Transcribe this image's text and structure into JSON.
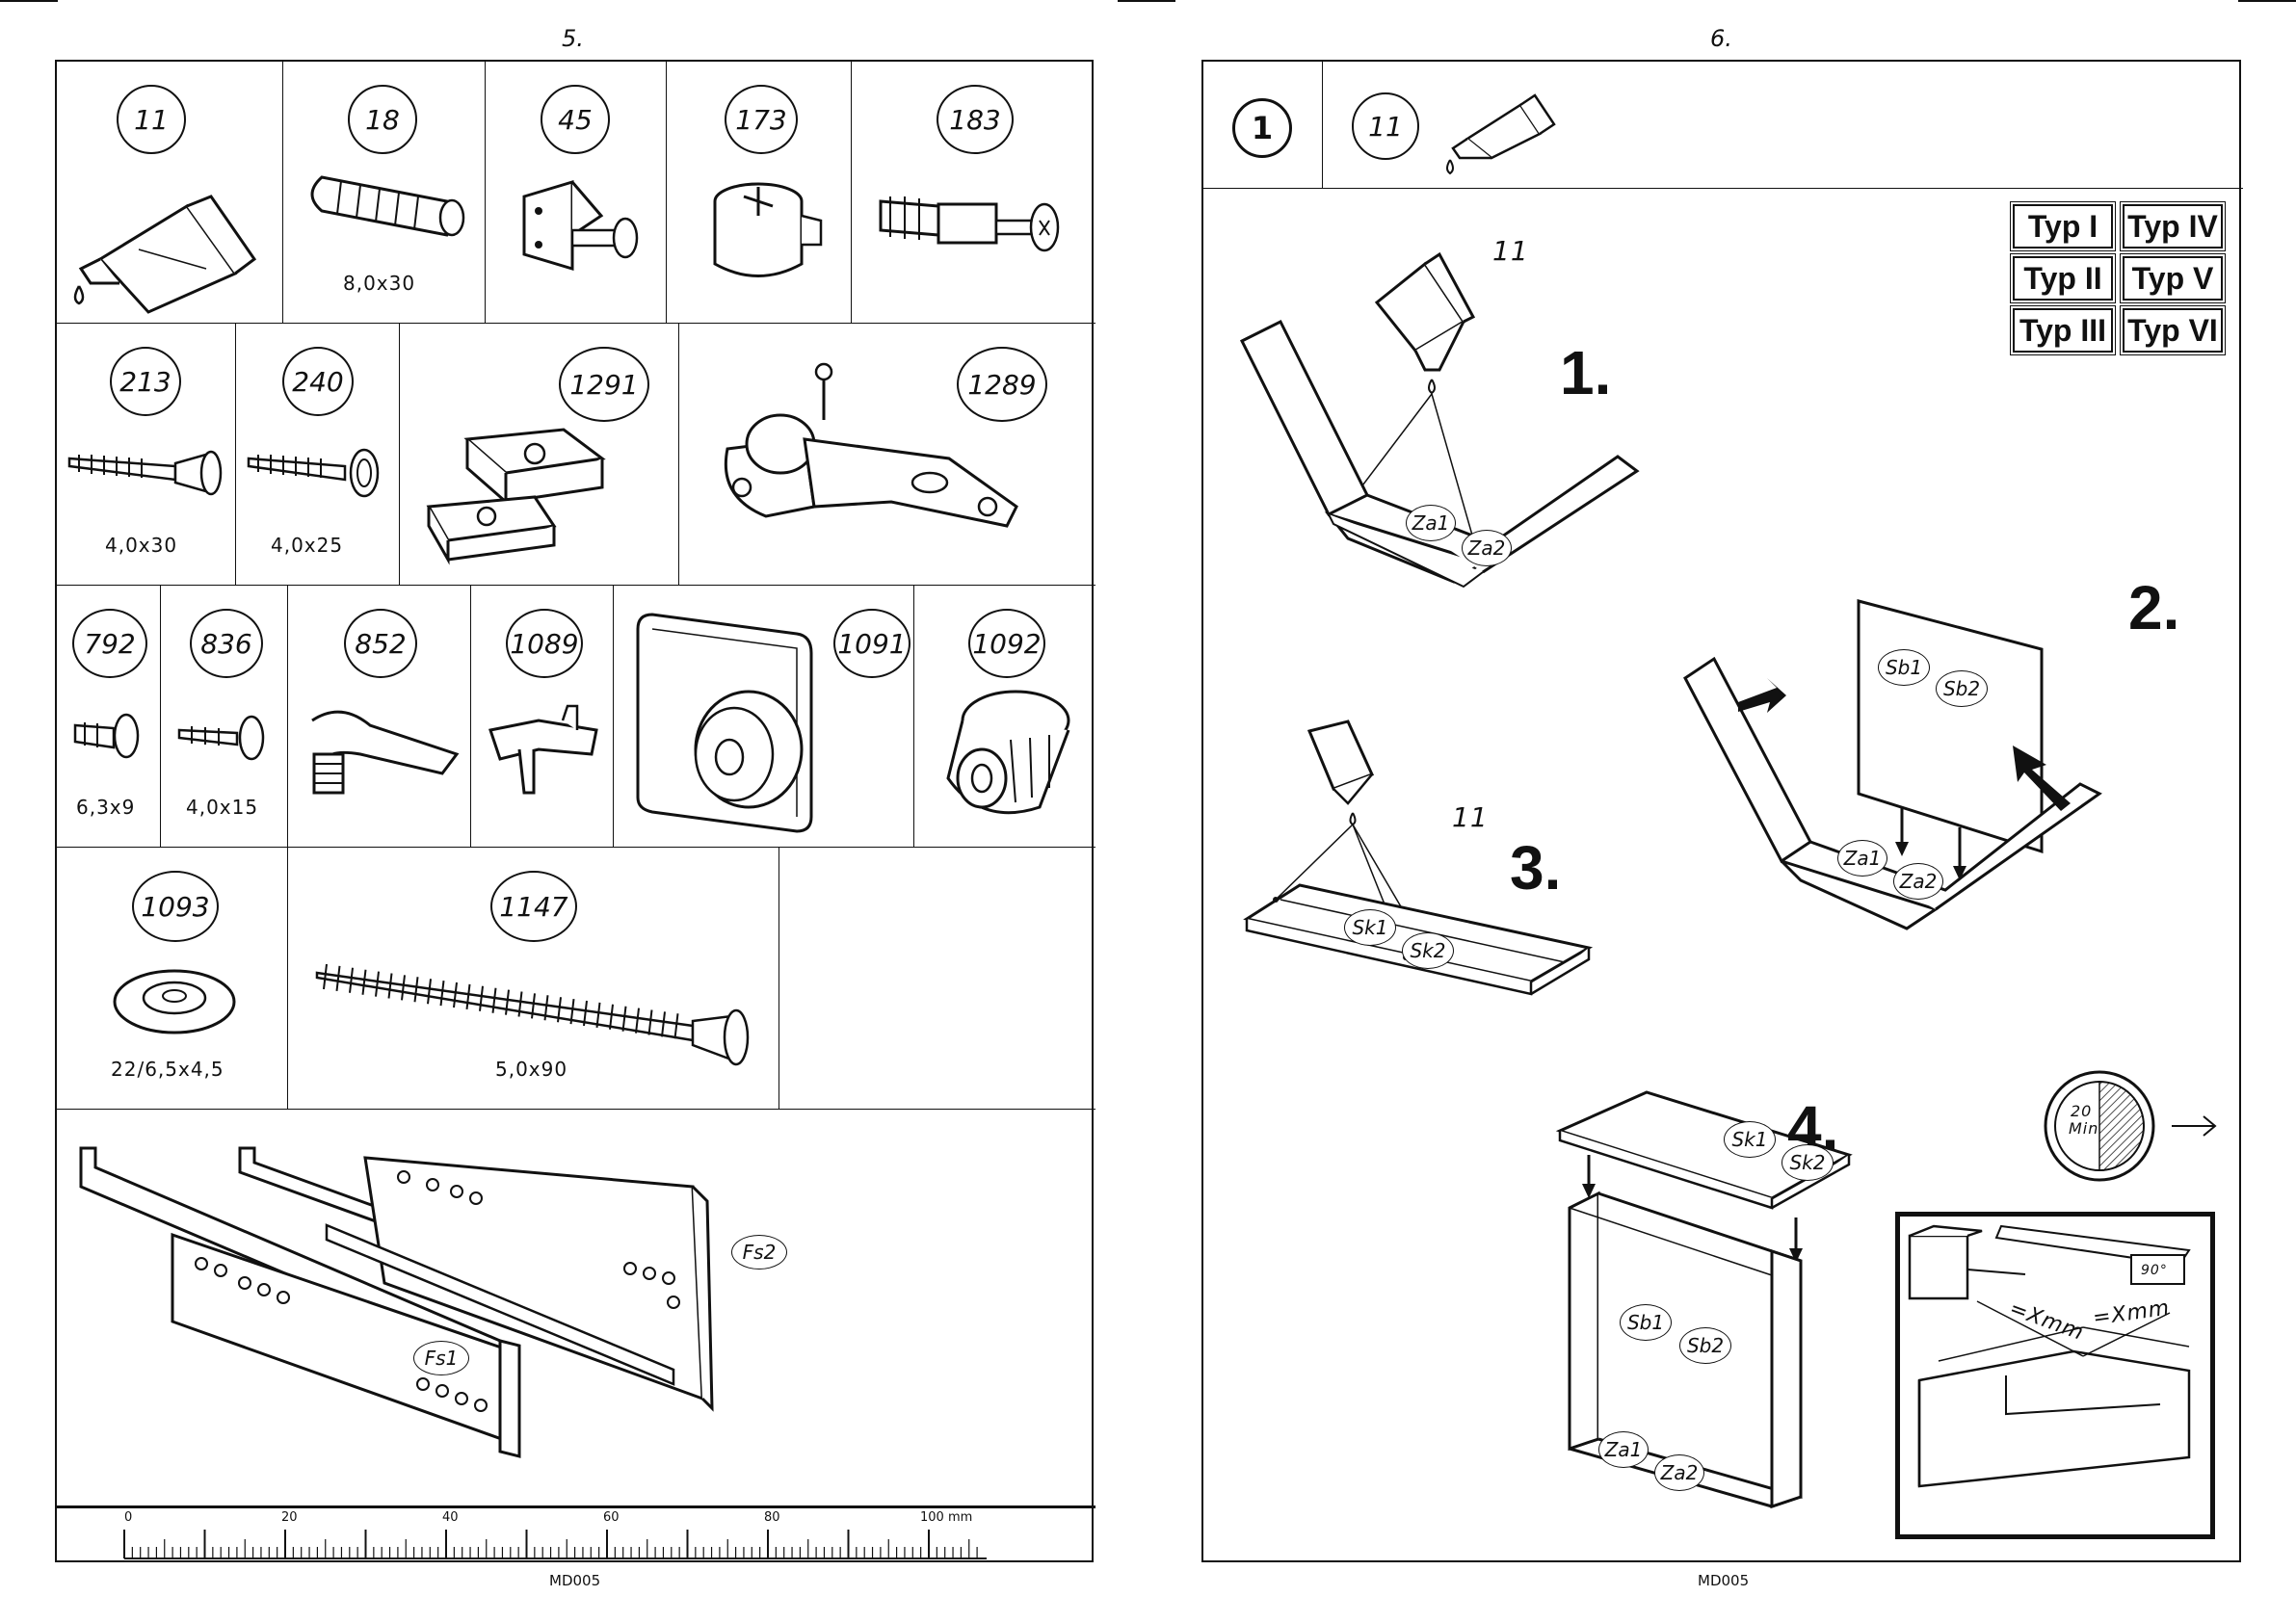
{
  "left_page": {
    "page_number": "5.",
    "footer": "MD005",
    "parts": [
      {
        "id": "11",
        "dim": ""
      },
      {
        "id": "18",
        "dim": "8,0x30"
      },
      {
        "id": "45",
        "dim": ""
      },
      {
        "id": "173",
        "dim": ""
      },
      {
        "id": "183",
        "dim": ""
      },
      {
        "id": "213",
        "dim": "4,0x30"
      },
      {
        "id": "240",
        "dim": "4,0x25"
      },
      {
        "id": "1291",
        "dim": ""
      },
      {
        "id": "1289",
        "dim": ""
      },
      {
        "id": "792",
        "dim": "6,3x9"
      },
      {
        "id": "836",
        "dim": "4,0x15"
      },
      {
        "id": "852",
        "dim": ""
      },
      {
        "id": "1089",
        "dim": ""
      },
      {
        "id": "1091",
        "dim": ""
      },
      {
        "id": "1092",
        "dim": ""
      },
      {
        "id": "1093",
        "dim": "22/6,5x4,5"
      },
      {
        "id": "1147",
        "dim": "5,0x90"
      }
    ],
    "slides": {
      "fs1": "Fs1",
      "fs2": "Fs2"
    },
    "ruler": {
      "labels": [
        "0",
        "20",
        "40",
        "60",
        "80",
        "100 mm"
      ]
    }
  },
  "right_page": {
    "page_number": "6.",
    "footer": "MD005",
    "header": {
      "step": "1",
      "part": "11"
    },
    "types": [
      "Typ I",
      "Typ IV",
      "Typ II",
      "Typ V",
      "Typ III",
      "Typ VI"
    ],
    "steps": [
      "1.",
      "2.",
      "3.",
      "4."
    ],
    "glue_label": "11",
    "labels": {
      "za1": "Za1",
      "za2": "Za2",
      "sb1": "Sb1",
      "sb2": "Sb2",
      "sk1": "Sk1",
      "sk2": "Sk2"
    },
    "timer": {
      "value": "20",
      "unit": "Min"
    },
    "measure": {
      "xmm1": "=Xmm",
      "xmm2": "=Xmm",
      "angle": "90°"
    }
  }
}
